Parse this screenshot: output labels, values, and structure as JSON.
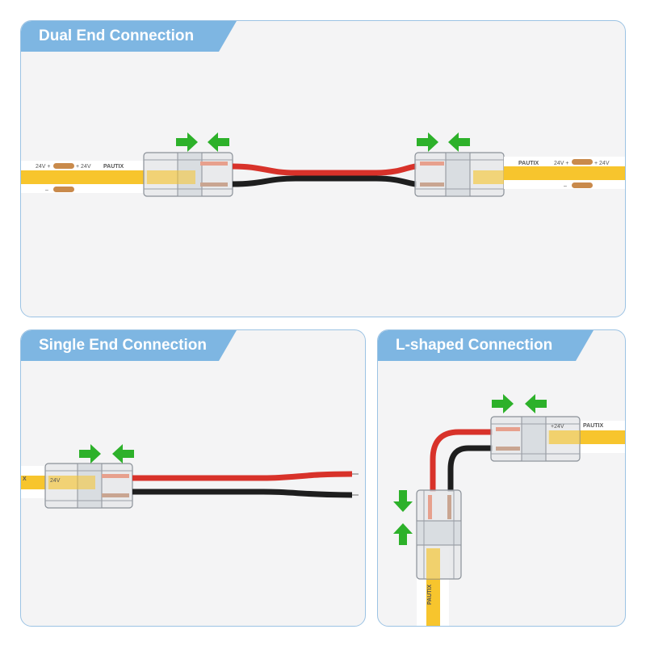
{
  "panels": {
    "dual": {
      "title": "Dual End Connection"
    },
    "single": {
      "title": "Single End Connection"
    },
    "lshape": {
      "title": "L-shaped Connection"
    }
  },
  "strip": {
    "brand": "PAUTIX",
    "plus_left": "24V +",
    "plus_right": "+ 24V",
    "minus": "–",
    "short_plus": "+24V",
    "short_24": "24V"
  },
  "colors": {
    "panel_border": "#9cc3e4",
    "tab": "#7eb6e2",
    "strip_yellow": "#f7c52d",
    "pad_copper": "#c98a4b",
    "wire_red": "#d8322a",
    "wire_black": "#1e1e1e",
    "arrow_green": "#2db12a"
  },
  "icons": [
    "arrow-right-icon",
    "arrow-left-icon",
    "arrow-down-icon",
    "arrow-up-icon"
  ]
}
